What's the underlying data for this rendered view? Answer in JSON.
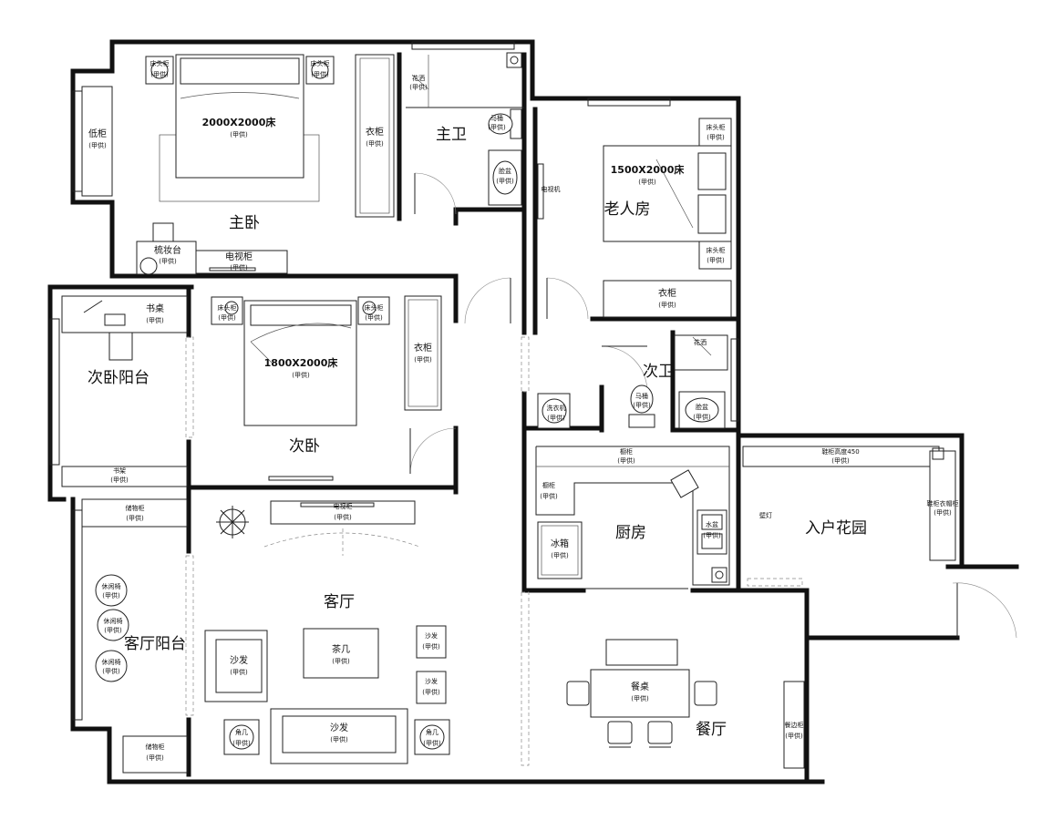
{
  "rooms": {
    "master_bedroom": "主卧",
    "master_bath": "主卫",
    "elder_room": "老人房",
    "second_bedroom": "次卧",
    "second_balcony": "次卧阳台",
    "second_bath": "次卫",
    "kitchen": "厨房",
    "entry_garden": "入户花园",
    "living_room": "客厅",
    "living_balcony": "客厅阳台",
    "dining_room": "餐厅"
  },
  "items": {
    "qty_tag": "(甲供)",
    "bed_master": "2000X2000床",
    "bed_second": "1800X2000床",
    "bed_elder": "1500X2000床",
    "nightstand": "床头柜",
    "low_cabinet": "低柜",
    "wardrobe": "衣柜",
    "dresser": "梳妆台",
    "tv_cabinet": "电视柜",
    "desk": "书桌",
    "bookshelf": "书架",
    "storage_cabinet": "储物柜",
    "shower": "花洒",
    "toilet": "马桶",
    "washbasin": "脸盆",
    "basin": "脸盆",
    "washer": "洗衣机",
    "tv": "电视机",
    "sink": "水盆",
    "fridge": "冰箱",
    "cupboard": "橱柜",
    "shoe_cabinet_height": "鞋柜高度450",
    "shoe_wardrobe": "鞋柜衣帽柜",
    "wall_lamp": "壁灯",
    "lounge_chair": "休闲椅",
    "sofa": "沙发",
    "tea_table": "茶几",
    "side_table": "角几",
    "dining_table": "餐桌",
    "sideboard": "餐边柜"
  }
}
